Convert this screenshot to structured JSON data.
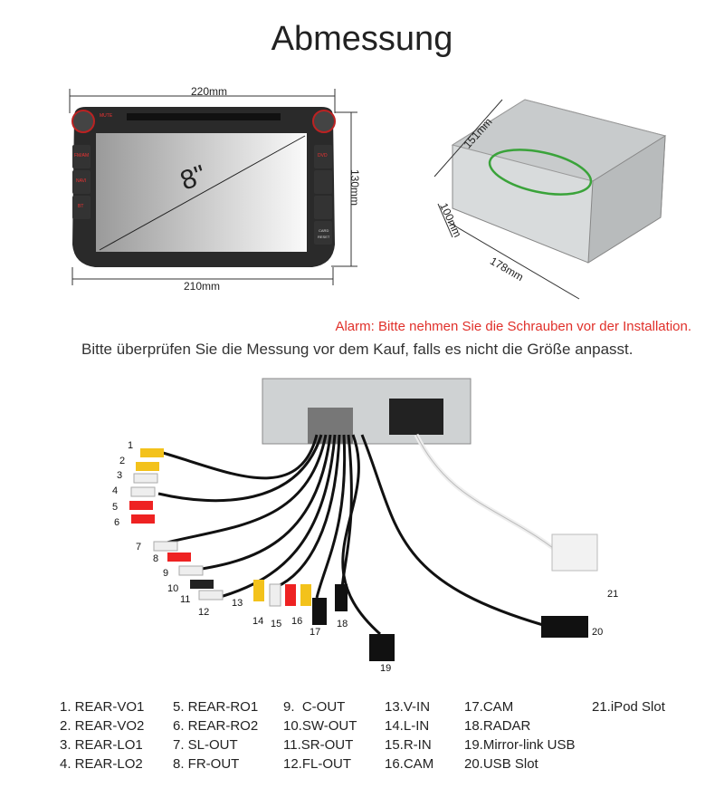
{
  "title": "Abmessung",
  "front_view": {
    "width_top": "220mm",
    "width_bottom": "210mm",
    "height": "130mm",
    "screen_size": "8\"",
    "buttons": [
      "MUTE",
      "FM/AM",
      "NAVI",
      "BT",
      "DVD",
      "CARD",
      "RESET"
    ]
  },
  "side_view": {
    "depth": "151mm",
    "height": "100mm",
    "width": "178mm"
  },
  "alarm": "Alarm: Bitte nehmen Sie die Schrauben vor der Installation.",
  "notice": "Bitte überprüfen Sie die Messung vor dem Kauf, falls es nicht die Größe anpasst.",
  "cable_numbers": [
    "1",
    "2",
    "3",
    "4",
    "5",
    "6",
    "7",
    "8",
    "9",
    "10",
    "11",
    "12",
    "13",
    "14",
    "15",
    "16",
    "17",
    "18",
    "19",
    "20",
    "21"
  ],
  "legend": [
    [
      "1. REAR-VO1",
      "2. REAR-VO2",
      "3. REAR-LO1",
      "4. REAR-LO2"
    ],
    [
      "5. REAR-RO1",
      "6. REAR-RO2",
      "7. SL-OUT",
      "8. FR-OUT"
    ],
    [
      "9.  C-OUT",
      "10.SW-OUT",
      "11.SR-OUT",
      "12.FL-OUT"
    ],
    [
      "13.V-IN",
      "14.L-IN",
      "15.R-IN",
      "16.CAM"
    ],
    [
      "17.CAM",
      "18.RADAR",
      "19.Mirror-link USB",
      "20.USB Slot"
    ],
    [
      "21.iPod Slot"
    ]
  ],
  "colors": {
    "alarm": "#e0302a",
    "highlight": "#3aa33a"
  }
}
